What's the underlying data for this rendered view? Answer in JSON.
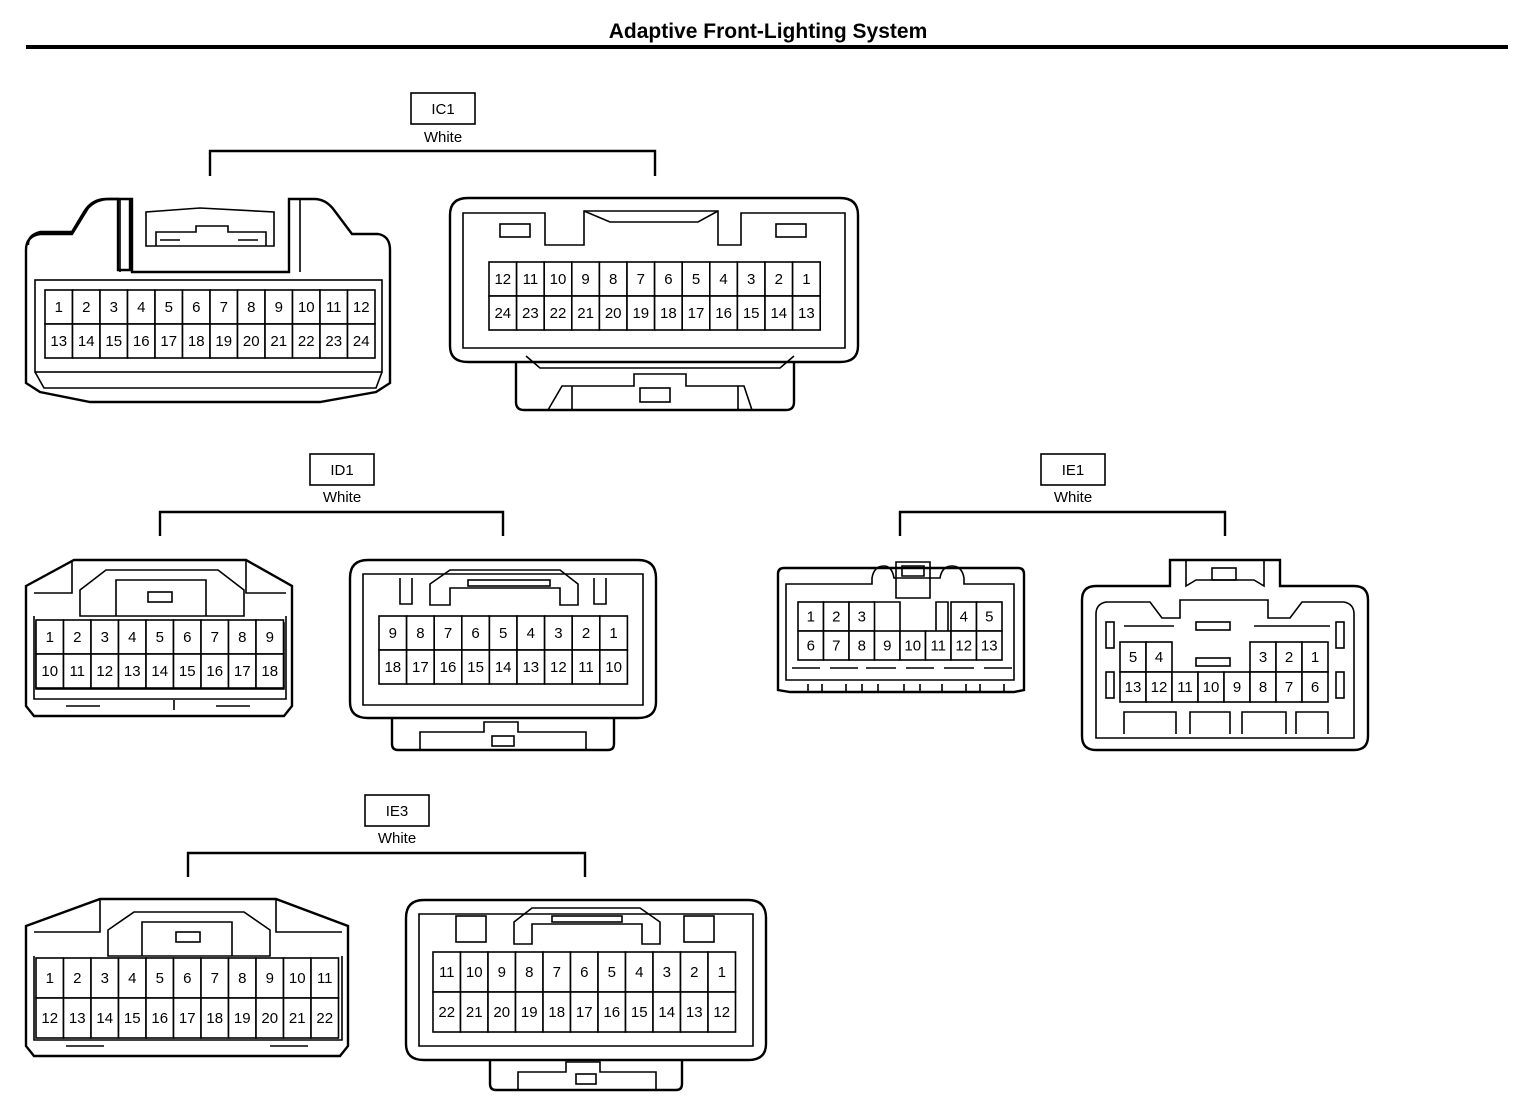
{
  "title": "Adaptive Front-Lighting System",
  "connectors": [
    {
      "code": "IC1",
      "color": "White",
      "male_rows": [
        [
          "1",
          "2",
          "3",
          "4",
          "5",
          "6",
          "7",
          "8",
          "9",
          "10",
          "11",
          "12"
        ],
        [
          "13",
          "14",
          "15",
          "16",
          "17",
          "18",
          "19",
          "20",
          "21",
          "22",
          "23",
          "24"
        ]
      ],
      "female_rows": [
        [
          "12",
          "11",
          "10",
          "9",
          "8",
          "7",
          "6",
          "5",
          "4",
          "3",
          "2",
          "1"
        ],
        [
          "24",
          "23",
          "22",
          "21",
          "20",
          "19",
          "18",
          "17",
          "16",
          "15",
          "14",
          "13"
        ]
      ]
    },
    {
      "code": "ID1",
      "color": "White",
      "male_rows": [
        [
          "1",
          "2",
          "3",
          "4",
          "5",
          "6",
          "7",
          "8",
          "9"
        ],
        [
          "10",
          "11",
          "12",
          "13",
          "14",
          "15",
          "16",
          "17",
          "18"
        ]
      ],
      "female_rows": [
        [
          "9",
          "8",
          "7",
          "6",
          "5",
          "4",
          "3",
          "2",
          "1"
        ],
        [
          "18",
          "17",
          "16",
          "15",
          "14",
          "13",
          "12",
          "11",
          "10"
        ]
      ]
    },
    {
      "code": "IE1",
      "color": "White",
      "male_rows": [
        [
          "1",
          "2",
          "3",
          "",
          "",
          "",
          "4",
          "5"
        ],
        [
          "6",
          "7",
          "8",
          "9",
          "10",
          "11",
          "12",
          "13"
        ]
      ],
      "female_rows": [
        [
          "5",
          "4",
          "",
          "",
          "",
          "3",
          "2",
          "1"
        ],
        [
          "13",
          "12",
          "11",
          "10",
          "9",
          "8",
          "7",
          "6"
        ]
      ]
    },
    {
      "code": "IE3",
      "color": "White",
      "male_rows": [
        [
          "1",
          "2",
          "3",
          "4",
          "5",
          "6",
          "7",
          "8",
          "9",
          "10",
          "11"
        ],
        [
          "12",
          "13",
          "14",
          "15",
          "16",
          "17",
          "18",
          "19",
          "20",
          "21",
          "22"
        ]
      ],
      "female_rows": [
        [
          "11",
          "10",
          "9",
          "8",
          "7",
          "6",
          "5",
          "4",
          "3",
          "2",
          "1"
        ],
        [
          "22",
          "21",
          "20",
          "19",
          "18",
          "17",
          "16",
          "15",
          "14",
          "13",
          "12"
        ]
      ]
    }
  ]
}
